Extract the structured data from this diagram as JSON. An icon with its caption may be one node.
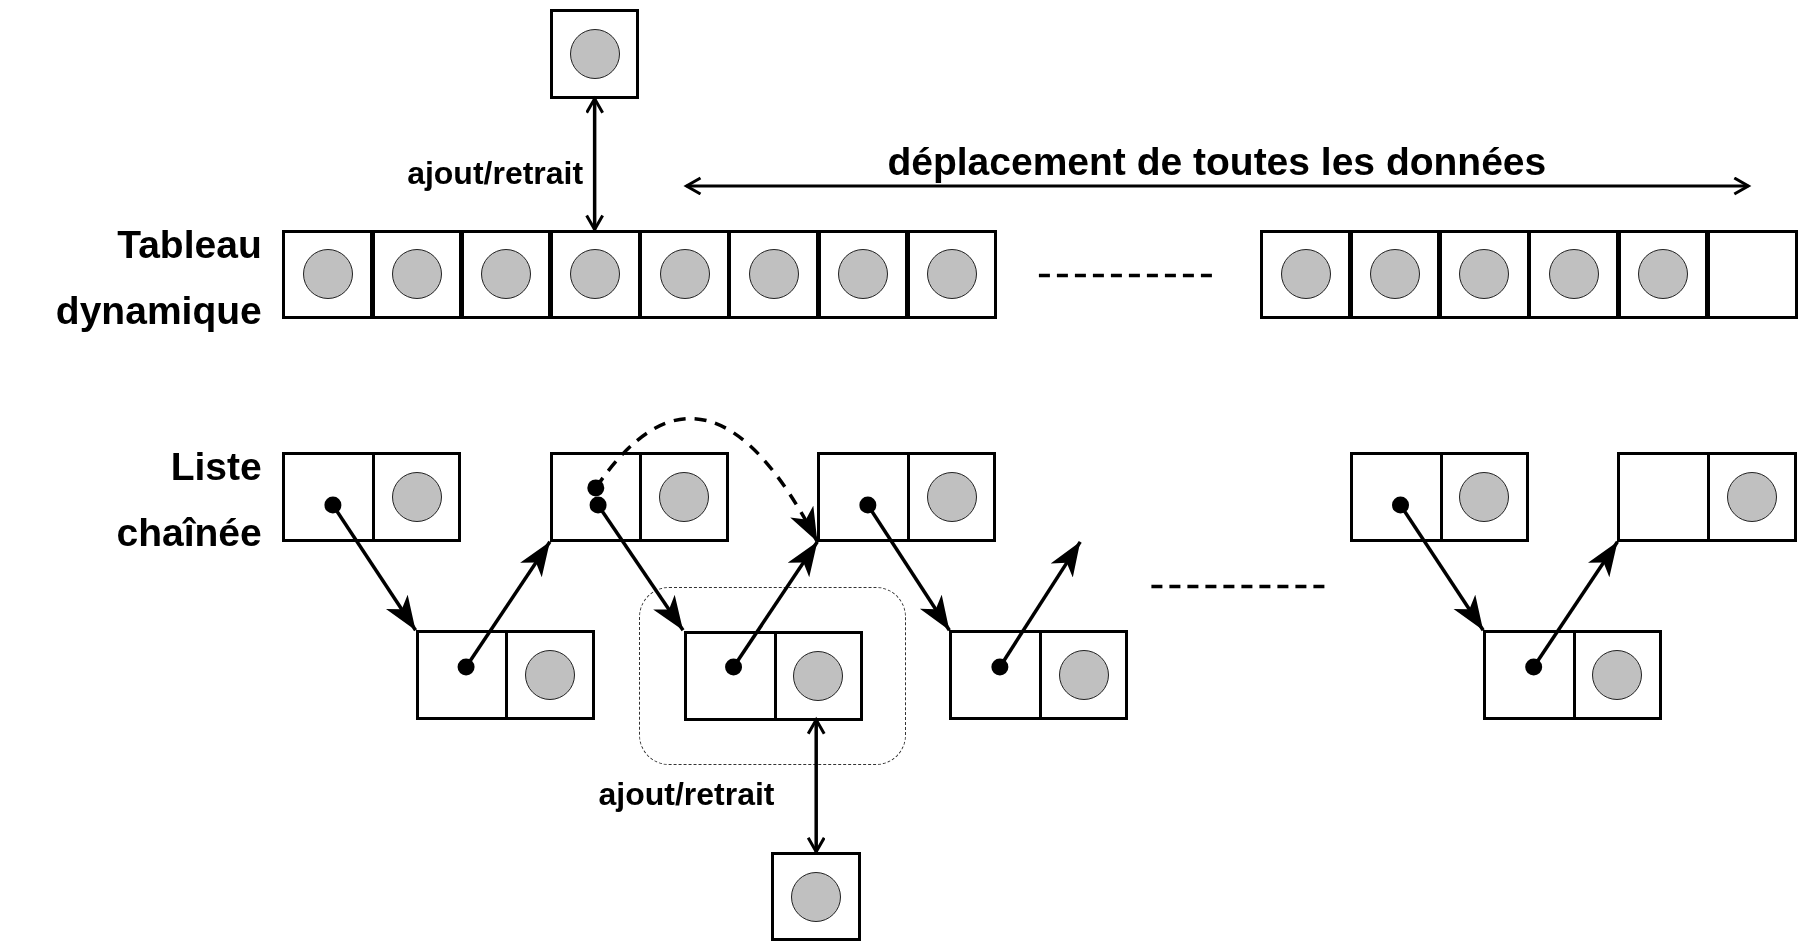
{
  "diagram": {
    "nodes": [
      {
        "text": [],
        "shape": "box"
      },
      {
        "text": [],
        "shape": "box"
      },
      {
        "text": [],
        "shape": "box"
      },
      {
        "text": [],
        "shape": "box"
      },
      {
        "text": [],
        "shape": "box"
      },
      {
        "text": [],
        "shape": "box"
      },
      {
        "text": [],
        "shape": "box"
      },
      {
        "text": [],
        "shape": "box"
      },
      {
        "text": [],
        "shape": "box"
      },
      {
        "text": [],
        "shape": "box"
      },
      {
        "text": [],
        "shape": "box"
      },
      {
        "text": [],
        "shape": "box"
      },
      {
        "text": [],
        "shape": "box"
      },
      {
        "text": [],
        "shape": "box"
      },
      {
        "text": [],
        "shape": "box"
      },
      {
        "text": [],
        "shape": "box"
      },
      {
        "text": [],
        "shape": "box"
      },
      {
        "text": [],
        "shape": "box"
      },
      {
        "text": [],
        "shape": "box"
      },
      {
        "text": [],
        "shape": "box"
      },
      {
        "text": [],
        "shape": "box"
      },
      {
        "text": [],
        "shape": "box"
      },
      {
        "text": [],
        "shape": "box",
        "in": 20
      },
      {
        "text": [],
        "shape": "box"
      },
      {
        "text": [],
        "shape": "box"
      },
      {
        "text": [],
        "shape": "box"
      }
    ],
    "edges": [
      {
        "from": 0,
        "to": 4,
        "arrow": "both",
        "label": "ajout/retrait"
      },
      {
        "from": 15,
        "to": 21,
        "arrow": "to"
      },
      {
        "from": 21,
        "to": 16,
        "arrow": "to"
      },
      {
        "from": 16,
        "to": 22,
        "arrow": "to"
      },
      {
        "from": 22,
        "to": 17,
        "arrow": "to"
      },
      {
        "from": 17,
        "to": 23,
        "arrow": "to"
      },
      {
        "from": 23,
        "to": null,
        "arrow": "to"
      },
      {
        "from": 18,
        "to": 24,
        "arrow": "to"
      },
      {
        "from": 24,
        "to": 19,
        "arrow": "to"
      },
      {
        "from": 16,
        "to": 17,
        "arrow": "to",
        "style": "dashed"
      },
      {
        "from": 25,
        "to": 22,
        "arrow": "both",
        "label": "ajout/retrait"
      }
    ],
    "labels": [
      "déplacement de toutes les données",
      "Tableau dynamique",
      "Liste chaînée"
    ]
  }
}
